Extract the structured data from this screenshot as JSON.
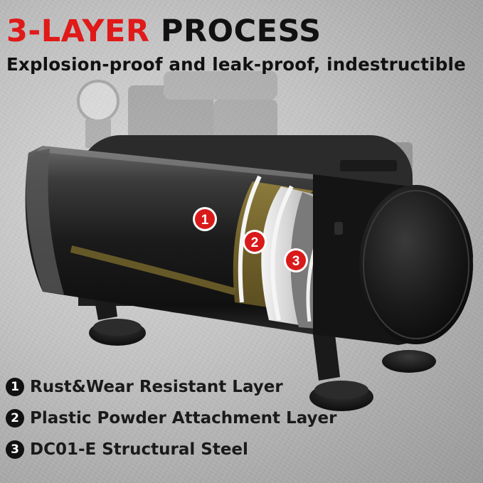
{
  "header": {
    "title_highlight": "3-LAYER",
    "title_rest": " PROCESS",
    "subtitle": "Explosion-proof and leak-proof, indestructible"
  },
  "callouts": [
    "1",
    "2",
    "3"
  ],
  "legend": [
    {
      "number": "1",
      "text": "Rust&Wear Resistant Layer"
    },
    {
      "number": "2",
      "text": "Plastic Powder Attachment Layer"
    },
    {
      "number": "3",
      "text": "DC01-E Structural Steel"
    }
  ],
  "colors": {
    "accent_red": "#e01919",
    "text_dark": "#111111",
    "layer_gold": "#7a6a2f"
  }
}
